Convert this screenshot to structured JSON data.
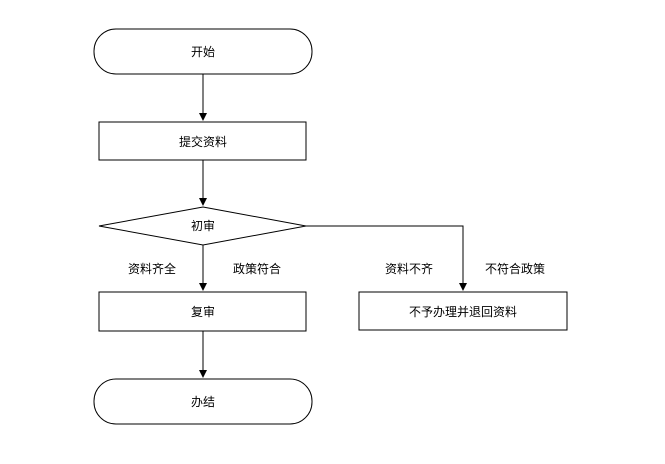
{
  "nodes": {
    "start": {
      "label": "开始"
    },
    "submit": {
      "label": "提交资料"
    },
    "initial_review": {
      "label": "初审"
    },
    "re_review": {
      "label": "复审"
    },
    "reject": {
      "label": "不予办理并退回资料"
    },
    "finish": {
      "label": "办结"
    }
  },
  "edges": {
    "yes_left": {
      "label": "资料齐全"
    },
    "yes_right": {
      "label": "政策符合"
    },
    "no_left": {
      "label": "资料不齐"
    },
    "no_right": {
      "label": "不符合政策"
    }
  }
}
